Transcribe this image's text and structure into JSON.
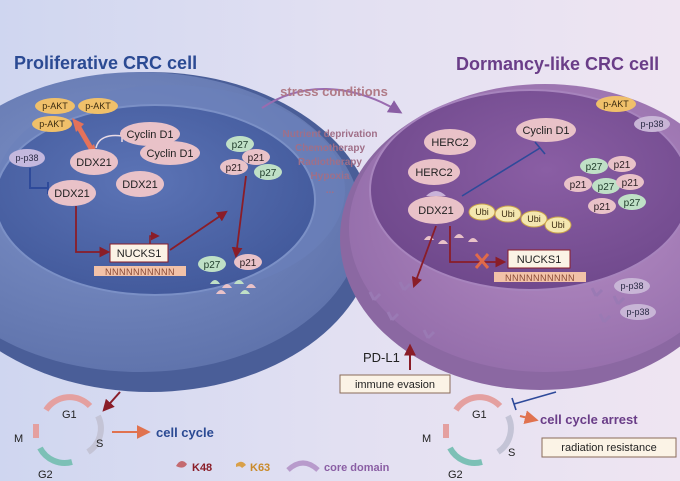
{
  "colors": {
    "bg_left": "#cfd6f0",
    "bg_right": "#ede3f1",
    "left_title": "#2b4a93",
    "right_title": "#6a3d88",
    "dark_red": "#8a1d28",
    "pink": "#e9c2c8",
    "green": "#bfe0c6",
    "tan": "#f0c06a"
  },
  "left": {
    "title": "Proliferative CRC cell",
    "akt": [
      "p-AKT",
      "p-AKT",
      "p-AKT"
    ],
    "pp38": "p-p38",
    "ddx21": [
      "DDX21",
      "DDX21",
      "DDX21"
    ],
    "cyclin": [
      "Cyclin D1",
      "Cyclin D1"
    ],
    "p27": [
      "p27",
      "p27",
      "p27"
    ],
    "p21": [
      "p21",
      "p21",
      "p21"
    ],
    "nucks1": "NUCKS1",
    "dna": "NNNNNNNNNN",
    "cycle": {
      "g1": "G1",
      "s": "S",
      "g2": "G2",
      "m": "M",
      "label": "cell cycle"
    }
  },
  "middle": {
    "stress": "stress conditions",
    "conditions": [
      "Nutrient deprivation",
      "Chemotherapy",
      "Radiotherapy",
      "Hypoxia",
      "..."
    ]
  },
  "right": {
    "title": "Dormancy-like CRC cell",
    "akt": "p-AKT",
    "pp38": [
      "p-p38",
      "p-p38",
      "p-p38"
    ],
    "herc2": [
      "HERC2",
      "HERC2"
    ],
    "cyclin": "Cyclin D1",
    "ddx21": "DDX21",
    "ubi": [
      "Ubi",
      "Ubi",
      "Ubi",
      "Ubi"
    ],
    "p27": [
      "p27",
      "p27",
      "p27"
    ],
    "p21": [
      "p21",
      "p21",
      "p21",
      "p21"
    ],
    "nucks1": "NUCKS1",
    "dna": "NNNNNNNNNN",
    "pdl1": "PD-L1",
    "immune": "immune evasion",
    "cycle": {
      "g1": "G1",
      "s": "S",
      "g2": "G2",
      "m": "M",
      "arrest": "cell cycle arrest",
      "resist": "radiation resistance"
    }
  },
  "legend": {
    "k48": "K48",
    "k63": "K63",
    "core": "core domain"
  }
}
